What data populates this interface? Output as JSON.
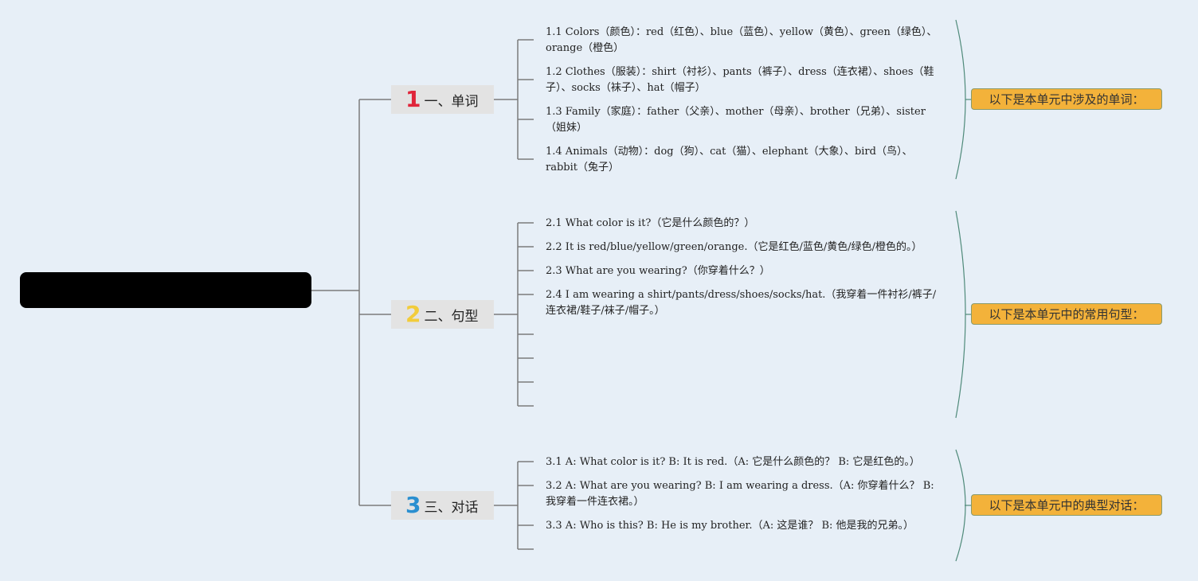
{
  "colors": {
    "background": "#e7eff7",
    "connector": "#7b7b7b",
    "bracket": "#4f8a7a",
    "root": "#000000",
    "branch_bg": "#e3e3e3",
    "callout_bg": "#f3b23a",
    "num1": "#e0253a",
    "num2": "#f2cc3a",
    "num3": "#2a8fd0"
  },
  "branches": [
    {
      "number": "1",
      "title": "一、单词",
      "items": [
        "1.1 Colors（颜色）：red（红色）、blue（蓝色）、yellow（黄色）、green（绿色）、orange（橙色）",
        "1.2 Clothes（服装）：shirt（衬衫）、pants（裤子）、dress（连衣裙）、shoes（鞋子）、socks（袜子）、hat（帽子）",
        "1.3 Family（家庭）：father（父亲）、mother（母亲）、brother（兄弟）、sister（姐妹）",
        "1.4 Animals（动物）：dog（狗）、cat（猫）、elephant（大象）、bird（鸟）、rabbit（兔子）"
      ],
      "callout": "以下是本单元中涉及的单词："
    },
    {
      "number": "2",
      "title": "二、句型",
      "items": [
        "2.1 What color is it?（它是什么颜色的？）",
        "2.2 It is red/blue/yellow/green/orange.（它是红色/蓝色/黄色/绿色/橙色的。）",
        "2.3 What are you wearing?（你穿着什么？）",
        "2.4 I am wearing a shirt/pants/dress/shoes/socks/hat.（我穿着一件衬衫/裤子/连衣裙/鞋子/袜子/帽子。）"
      ],
      "callout": "以下是本单元中的常用句型："
    },
    {
      "number": "3",
      "title": "三、对话",
      "items": [
        "3.1 A: What color is it? B: It is red.（A: 它是什么颜色的？ B: 它是红色的。）",
        "3.2 A: What are you wearing? B: I am wearing a dress.（A: 你穿着什么？ B: 我穿着一件连衣裙。）",
        "3.3 A: Who is this? B: He is my brother.（A: 这是谁？ B: 他是我的兄弟。）"
      ],
      "callout": "以下是本单元中的典型对话："
    }
  ]
}
